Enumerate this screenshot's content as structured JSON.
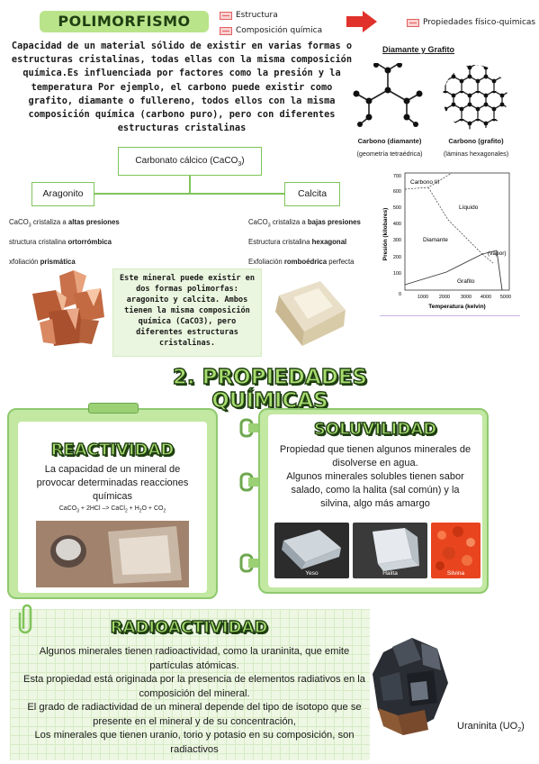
{
  "header": {
    "title": "POLIMORFISMO",
    "legend_structure": "Estructura",
    "legend_composition": "Composición química",
    "legend_properties": "Propiedades físico-quimicas"
  },
  "intro": {
    "text": "Capacidad de un material sólido de existir en varias formas o estructuras cristalinas, todas ellas con la misma composición química.Es influenciada por factores como la presión y la temperatura Por ejemplo, el carbono puede existir como grafito, diamante o fullereno, todos ellos con la misma composición química (carbono puro), pero con diferentes estructuras cristalinas"
  },
  "diamond_graphite": {
    "title": "Diamante y Grafito",
    "diamond_label": "Carbono (diamante)",
    "diamond_sub": "(geometría tetraédrica)",
    "graphite_label": "Carbono (grafito)",
    "graphite_sub": "(láminas hexagonales)"
  },
  "calcium": {
    "root": "Carbonato cálcico (CaCO",
    "root_sub": "3",
    "root_end": ")",
    "aragonite": "Aragonito",
    "calcite": "Calcita"
  },
  "aragonite_facts": {
    "f1_a": "CaCO",
    "f1_sub": "3",
    "f1_b": " cristaliza a ",
    "f1_bold": "altas presiones",
    "f2_a": "structura cristalina ",
    "f2_bold": "ortorrómbica",
    "f3_a": "xfoliación ",
    "f3_bold": "prismática"
  },
  "calcite_facts": {
    "f1_a": "CaCO",
    "f1_sub": "3",
    "f1_b": " cristaliza a ",
    "f1_bold": "bajas presiones",
    "f2_a": "Estructura cristalina ",
    "f2_bold": "hexagonal",
    "f3_a": "Exfoliación ",
    "f3_bold": "romboédrica",
    "f3_c": " perfecta"
  },
  "mineral_note": "Este mineral puede existir en dos formas polimorfas: aragonito y calcita. Ambos tienen la misma composición química (CaCO3), pero diferentes estructuras cristalinas.",
  "phase_diagram": {
    "ylabel": "Presión (kilobares)",
    "xlabel": "Temperatura (kelvin)",
    "yticks": [
      "700",
      "600",
      "500",
      "400",
      "300",
      "200",
      "100",
      "0"
    ],
    "xticks": [
      "1000",
      "2000",
      "3000",
      "4000",
      "5000"
    ],
    "regions": {
      "carbono3": "Carbono III",
      "liquido": "Líquido",
      "diamante": "Diamante",
      "vapor": "(vapor)",
      "grafito": "Grafito"
    }
  },
  "section2": {
    "title": "2. PROPIEDADES QUÍMICAS"
  },
  "reactividad": {
    "title": "REACTIVIDAD",
    "text": "La capacidad de un mineral de provocar determinadas reacciones químicas",
    "eq_a": "CaCO",
    "eq_s1": "3",
    "eq_b": " + 2HCl –> CaCl",
    "eq_s2": "2",
    "eq_c": " + H",
    "eq_s3": "2",
    "eq_d": "O + CO",
    "eq_s4": "2"
  },
  "solubilidad": {
    "title": "SOLUVILIDAD",
    "text1": "Propiedad que tienen algunos minerales de disolverse en agua.",
    "text2": "Algunos minerales solubles tienen sabor salado, como la halita (sal común) y la silvina, algo más amargo",
    "photo1": "Yeso",
    "photo2": "Halita",
    "photo3": "Silvina"
  },
  "radioactividad": {
    "title": "RADIOACTIVIDAD",
    "p1": "Algunos minerales tienen radioactividad, como la uraninita, que emite partículas atómicas.",
    "p2": "Esta propiedad está originada por la presencia de elementos radiativos en la composición del mineral.",
    "p3": "El grado de radiactividad de un mineral depende del tipo de isotopo que se presente en el mineral y de su concentración,",
    "p4": "Los minerales que tienen uranio, torio y potasio en su composición, son radiactivos",
    "caption": "Uraninita (UO",
    "caption_sub": "2",
    "caption_end": ")"
  },
  "colors": {
    "accent_green": "#b9e48a",
    "dark_green": "#1f3f12",
    "line_green": "#7fc45a",
    "arrow_red": "#e0312b",
    "note_bg": "#eaf6df"
  }
}
